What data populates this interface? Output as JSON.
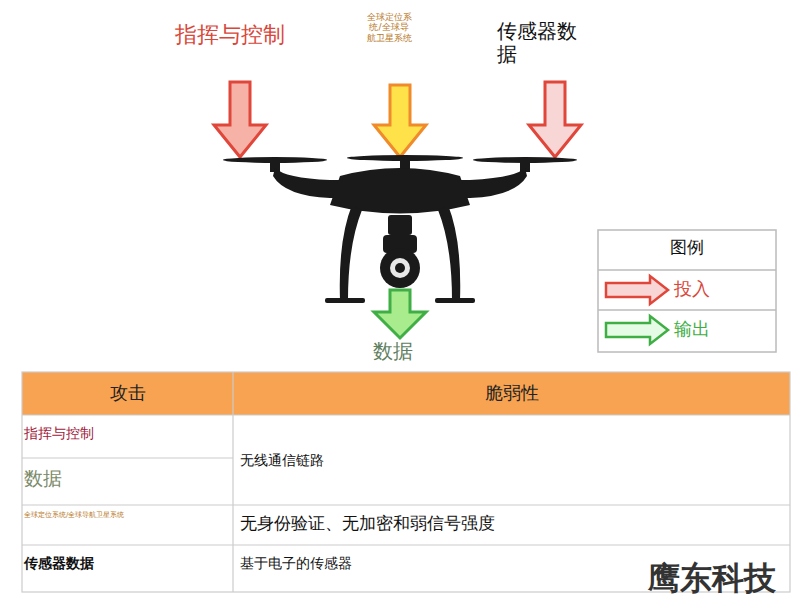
{
  "diagram": {
    "labels": [
      "指挥与控制",
      "全球定位系统/全球导航卫星系统",
      "传感器数据",
      "数据",
      "图例",
      "攻击",
      "脆弱性",
      "指挥与控制",
      "数据",
      "无线通信链路",
      "全球定位系统/全球导航卫星系统",
      "无身份验证、无加密和弱信号强度",
      "传感器数据",
      "基于电子的传感器",
      "鹰东科技"
    ],
    "legend": [
      {
        "text": "投入"
      },
      {
        "text": "输出"
      }
    ]
  }
}
